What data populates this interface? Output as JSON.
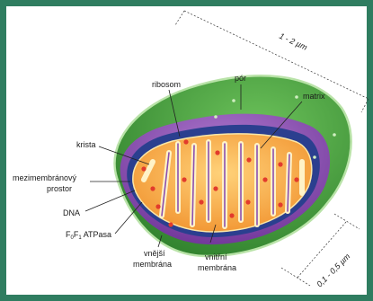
{
  "colors": {
    "background": "#2f7d60",
    "panel": "#ffffff",
    "outer_membrane": "#3f9a3c",
    "intermembrane_space": "#8b4fb0",
    "inner_membrane": "#2b3f8f",
    "matrix": "#f3a742",
    "particles": "#e23b2c"
  },
  "labels": {
    "ribosome": "ribosom",
    "pore": "pór",
    "matrix": "matrix",
    "crista": "krista",
    "intermembrane_line1": "mezimembránový",
    "intermembrane_line2": "prostor",
    "dna": "DNA",
    "atpase_main": "F",
    "atpase_sub0": "0",
    "atpase_f": "F",
    "atpase_sub1": "1",
    "atpase_tail": " ATPasa",
    "outer_line1": "vnější",
    "outer_line2": "membrána",
    "inner_line1": "vnitřní",
    "inner_line2": "membrána"
  },
  "dimensions": {
    "length": "1 - 2 µm",
    "width": "0,1 - 0,5 µm"
  }
}
